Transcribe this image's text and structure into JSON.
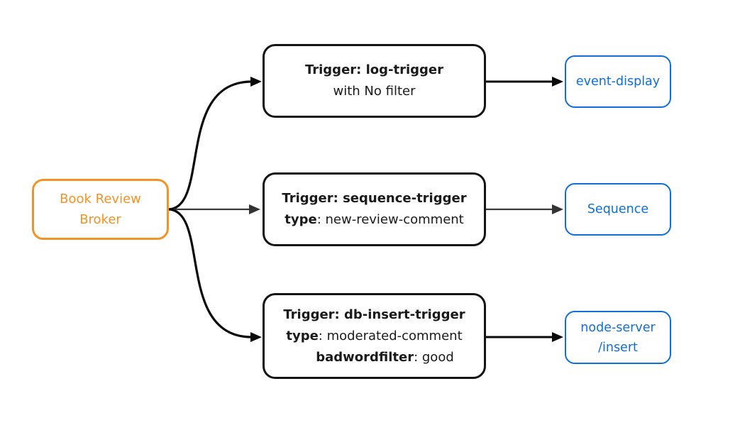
{
  "colors": {
    "background": "#ffffff",
    "broker_accent": "#f39325",
    "sink_accent": "#0e6fd9",
    "trigger_border": "#141414",
    "trigger_text": "#1a1a1a",
    "arrow_black": "#0a0a0a",
    "arrow_gray": "#3a3a3a",
    "arrowhead_gray": "#333333"
  },
  "broker": {
    "line1": "Book Review",
    "line2": "Broker"
  },
  "triggers": {
    "log": {
      "title": "Trigger: log-trigger",
      "note": "with No filter"
    },
    "sequence": {
      "title": "Trigger: sequence-trigger",
      "attr_key": "type",
      "attr_value": ": new-review-comment"
    },
    "db_insert": {
      "title": "Trigger: db-insert-trigger",
      "attr1_key": "type",
      "attr1_value": ": moderated-comment",
      "attr2_key": "badwordfilter",
      "attr2_value": ": good"
    }
  },
  "sinks": {
    "event_display": {
      "label": "event-display"
    },
    "sequence": {
      "label": "Sequence"
    },
    "node_server": {
      "line1": "node-server",
      "line2": "/insert"
    }
  }
}
